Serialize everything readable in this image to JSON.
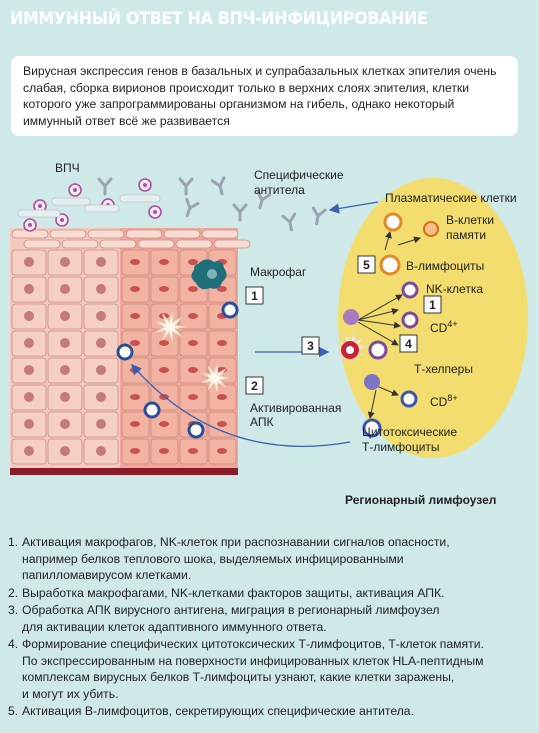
{
  "header": {
    "title": "ИММУННЫЙ ОТВЕТ НА ВПЧ-ИНФИЦИРОВАНИЕ"
  },
  "intro": {
    "lines": [
      "Вирусная экспрессия генов в базальных и супрабазальных клетках эпителия очень",
      "слабая, сборка вирионов происходит только в верхних слоях эпителия, клетки",
      "которого уже запрограммированы организмом на гибель, однако некоторый",
      "иммунный ответ всё же развивается"
    ]
  },
  "diagram": {
    "hpv_label": "ВПЧ",
    "antibodies_label": [
      "Специфические",
      "антитела"
    ],
    "macrophage_label": "Макрофаг",
    "activated_apc_label": [
      "Активированная",
      "АПК"
    ],
    "lymph_node_label": "Регионарный лимфоузел",
    "plasma_cells_label": "Плазматические клетки",
    "memory_b_label": [
      "В-клетки",
      "памяти"
    ],
    "b_lymphocytes_label": "В-лимфоциты",
    "nk_cell_label": "NK-клетка",
    "cd4_label": "CD",
    "cd4_sup": "4+",
    "t_helpers_label": "Т-хелперы",
    "cd8_label": "CD",
    "cd8_sup": "8+",
    "ctl_label": [
      "Цитотоксические",
      "Т-лимфоциты"
    ],
    "badges": [
      "1",
      "2",
      "3",
      "1",
      "4",
      "5"
    ]
  },
  "steps": [
    {
      "num": "1.",
      "lines": [
        "Активация макрофагов, NK-клеток при распознавании сигналов опасности,",
        "например белков теплового шока, выделяемых инфицированными",
        "папилломавирусом клетками."
      ]
    },
    {
      "num": "2.",
      "lines": [
        "Выработка макрофагами, NK-клетками факторов защиты, активация АПК."
      ]
    },
    {
      "num": "3.",
      "lines": [
        "Обработка АПК вирусного антигена, миграция в регионарный лимфоузел",
        "для активации клеток адаптивного иммунного ответа."
      ]
    },
    {
      "num": "4.",
      "lines": [
        "Формирование специфических цитотоксических Т-лимфоцитов, Т-клеток памяти.",
        "По экспрессированным на поверхности инфицированных клеток HLA-пептидным",
        "комплексам вирусных белков Т-лимфоциты узнают, какие клетки заражены,",
        "и могут их убить."
      ]
    },
    {
      "num": "5.",
      "lines": [
        "Активация В-лимфоцитов, секретирующих специфические антитела."
      ]
    }
  ],
  "colors": {
    "background": "#cfe9e9",
    "lymph_node": "#f2dd6e",
    "tissue": "#f2b9a9",
    "membrane": "#8a1c2a",
    "arrow": "#3a5fb0"
  }
}
